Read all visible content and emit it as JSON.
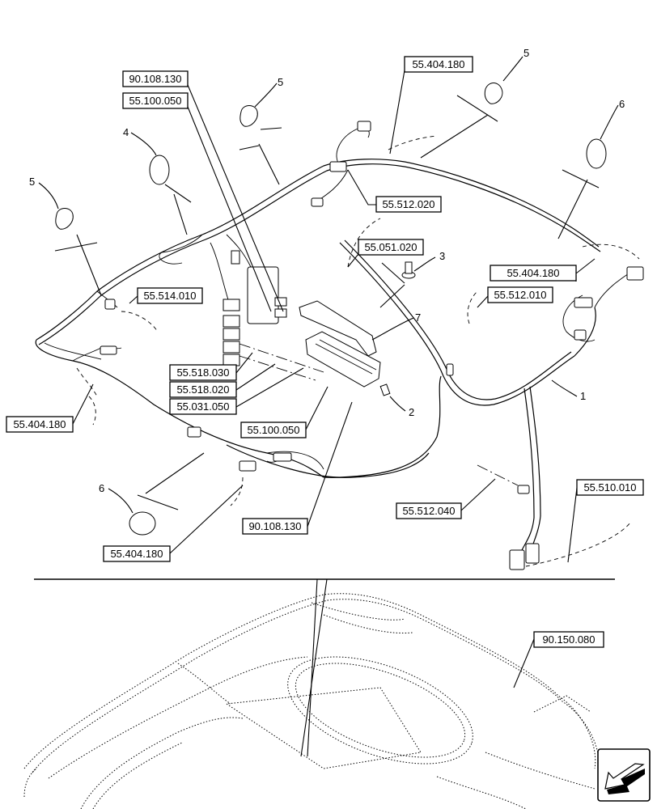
{
  "references": {
    "r_90_108_130_top": "90.108.130",
    "r_55_100_050_top": "55.100.050",
    "r_55_404_180_top": "55.404.180",
    "r_55_512_020": "55.512.020",
    "r_55_051_020": "55.051.020",
    "r_55_404_180_right": "55.404.180",
    "r_55_512_010": "55.512.010",
    "r_55_514_010": "55.514.010",
    "r_55_518_030": "55.518.030",
    "r_55_518_020": "55.518.020",
    "r_55_031_050": "55.031.050",
    "r_55_100_050_mid": "55.100.050",
    "r_55_404_180_left": "55.404.180",
    "r_55_512_040": "55.512.040",
    "r_55_510_010": "55.510.010",
    "r_90_108_130_bottom": "90.108.130",
    "r_55_404_180_bottom": "55.404.180",
    "r_90_150_080": "90.150.080"
  },
  "callouts": {
    "c_5_top": "5",
    "c_5_mid": "5",
    "c_5_left": "5",
    "c_6_right": "6",
    "c_6_left": "6",
    "c_4": "4",
    "c_3": "3",
    "c_7": "7",
    "c_1": "1",
    "c_2": "2"
  },
  "nav_icon": "arrow-down-left-icon"
}
